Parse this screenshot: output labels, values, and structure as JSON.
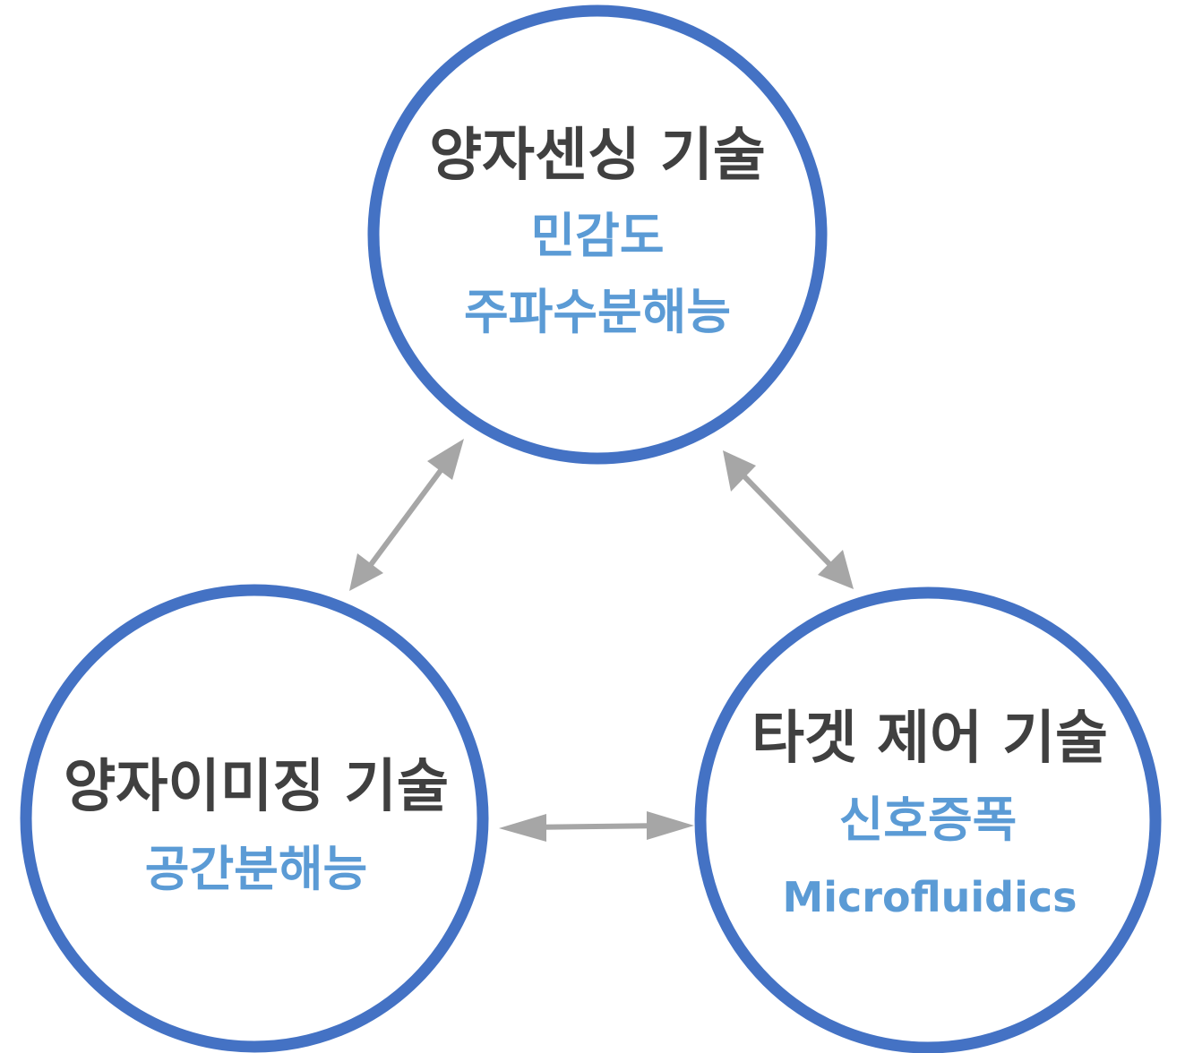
{
  "colors": {
    "circle_stroke": "#4472c4",
    "title_text": "#404040",
    "sub_text": "#5b9bd5",
    "arrow": "#a6a6a6"
  },
  "nodes": {
    "sensing": {
      "title": "양자센싱 기술",
      "lines": [
        "민감도",
        "주파수분해능"
      ]
    },
    "imaging": {
      "title": "양자이미징 기술",
      "lines": [
        "공간분해능"
      ]
    },
    "target": {
      "title": "타겟 제어 기술",
      "lines": [
        "신호증폭",
        "Microfluidics"
      ]
    }
  }
}
